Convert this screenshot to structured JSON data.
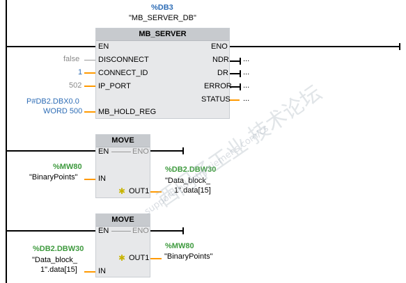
{
  "mb_server": {
    "db_address": "%DB3",
    "db_name": "\"MB_SERVER_DB\"",
    "title": "MB_SERVER",
    "in_pins": {
      "en": "EN",
      "disconnect": "DISCONNECT",
      "connect_id": "CONNECT_ID",
      "ip_port": "IP_PORT",
      "mb_hold_reg": "MB_HOLD_REG"
    },
    "out_pins": {
      "eno": "ENO",
      "ndr": "NDR",
      "dr": "DR",
      "error": "ERROR",
      "status": "STATUS"
    },
    "params": {
      "disconnect": "false",
      "connect_id": "1",
      "ip_port": "502",
      "mb_hold_reg_line1": "P#DB2.DBX0.0",
      "mb_hold_reg_line2": "WORD 500"
    },
    "ellipsis": "..."
  },
  "move1": {
    "title": "MOVE",
    "en": "EN",
    "eno": "ENO",
    "in": "IN",
    "out": "OUT1",
    "in_address": "%MW80",
    "in_name": "\"BinaryPoints\"",
    "out_address": "%DB2.DBW30",
    "out_name_line1": "\"Data_block_",
    "out_name_line2": "1\".data[15]"
  },
  "move2": {
    "title": "MOVE",
    "en": "EN",
    "eno": "ENO",
    "in": "IN",
    "out": "OUT1",
    "in_address": "%DB2.DBW30",
    "in_name_line1": "\"Data_block_",
    "in_name_line2": "1\".data[15]",
    "out_address": "%MW80",
    "out_name": "\"BinaryPoints\""
  },
  "watermark": {
    "main": "西门子工业 技术论坛",
    "sub": "support.industry.siemens.com/cs"
  },
  "colors": {
    "param_wire": "#ff9900",
    "address_blue": "#2e6db6",
    "address_green": "#3e9a3e",
    "block_bg": "#e7e8ea",
    "block_header": "#c7cace"
  }
}
